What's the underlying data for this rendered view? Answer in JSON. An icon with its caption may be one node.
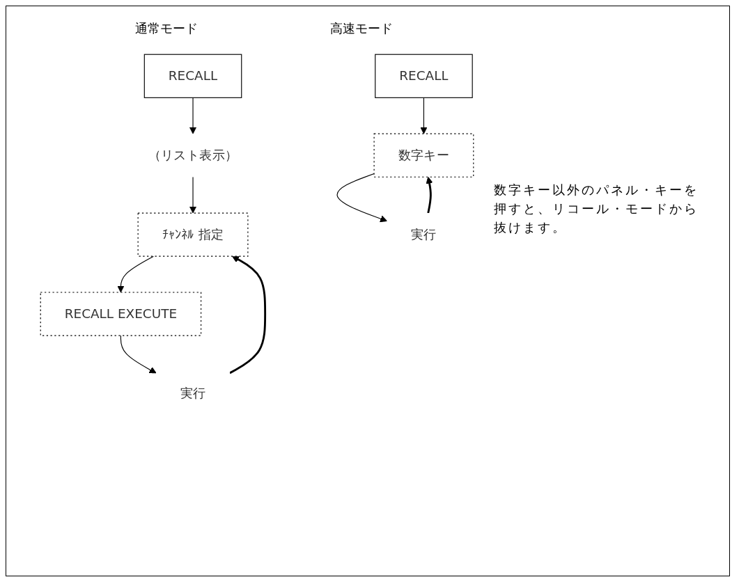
{
  "diagram": {
    "nodes": [
      {
        "text": [
          "RECALL"
        ]
      },
      {
        "text": [
          "（リスト表示）"
        ]
      },
      {
        "text": [
          "ﾁｬﾝﾈﾙ 指定"
        ]
      },
      {
        "text": [
          "RECALL EXECUTE"
        ]
      },
      {
        "text": [
          "実行"
        ]
      },
      {
        "text": [
          "RECALL"
        ]
      },
      {
        "text": [
          "数字キー"
        ]
      },
      {
        "text": [
          "実行"
        ]
      }
    ],
    "edges": [
      {
        "from": 0,
        "to": 1,
        "arrow": "to"
      },
      {
        "from": 1,
        "to": 2,
        "arrow": "to"
      },
      {
        "from": 2,
        "to": 3,
        "arrow": "to"
      },
      {
        "from": 3,
        "to": 4,
        "arrow": "to"
      },
      {
        "from": 4,
        "to": 2,
        "arrow": "to",
        "style": "thick"
      },
      {
        "from": 5,
        "to": 6,
        "arrow": "to"
      },
      {
        "from": 6,
        "to": 7,
        "arrow": "to"
      },
      {
        "from": 7,
        "to": 6,
        "arrow": "to",
        "style": "thick"
      }
    ],
    "labels": [
      "通常モード",
      "高速モード",
      "数字キー以外のパネル・キーを押すと、リコール・モードから抜けます。"
    ]
  }
}
